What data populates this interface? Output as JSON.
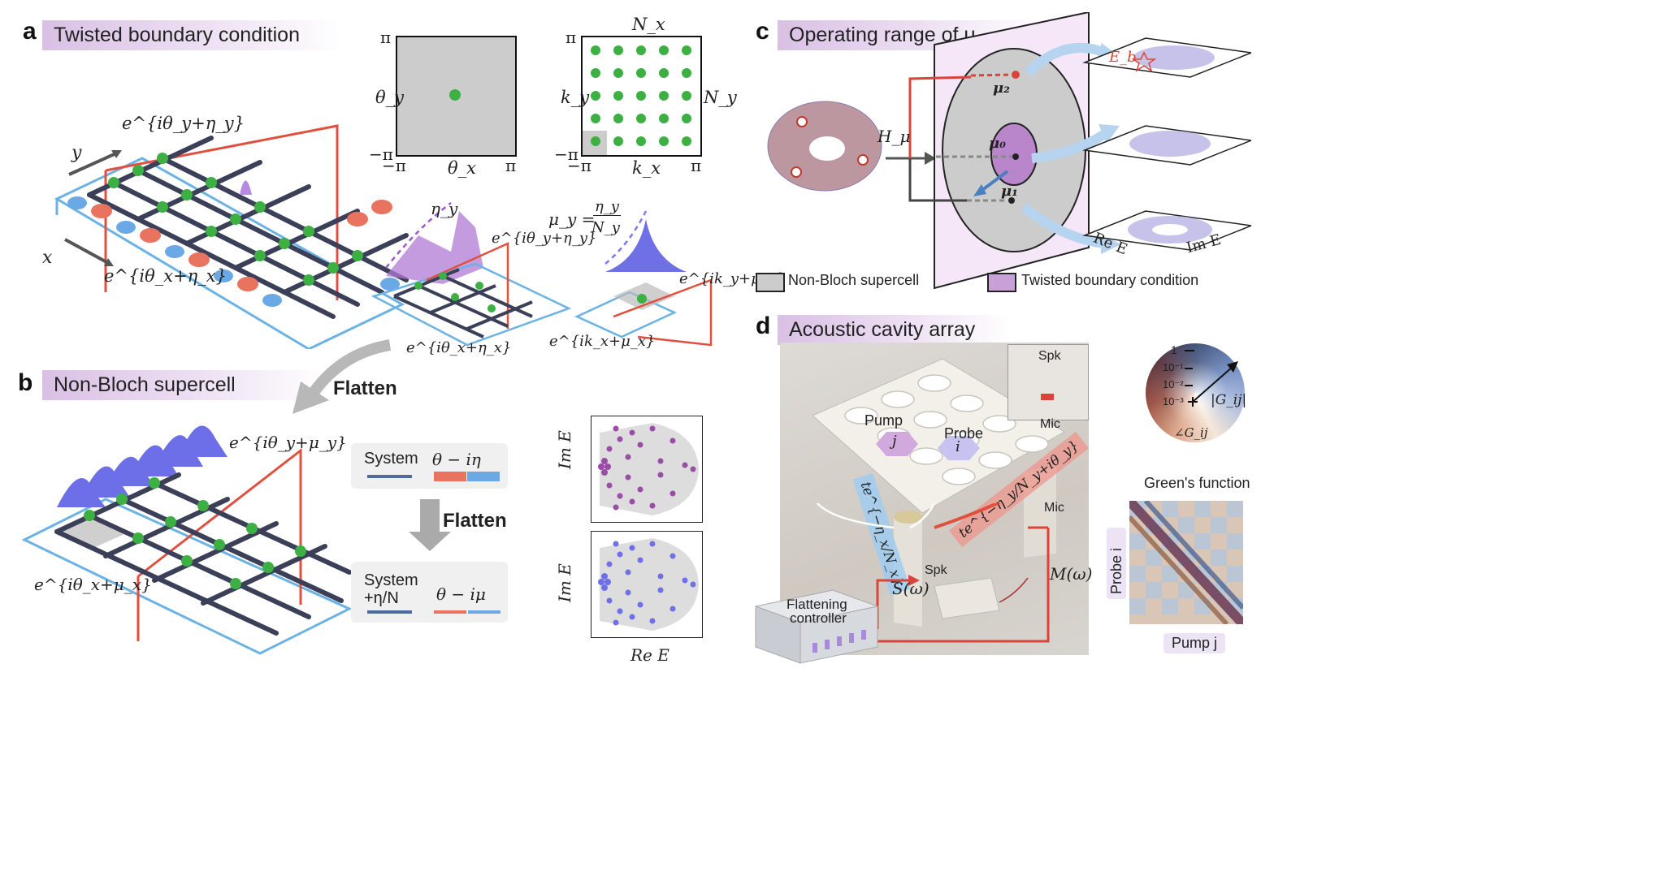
{
  "panel_a": {
    "letter": "a",
    "title": "Twisted boundary condition",
    "lattice_labels": {
      "y_axis": "y",
      "x_axis": "x",
      "bc_y": "e^{iθ_y+η_y}",
      "bc_x": "e^{iθ_x+η_x}"
    },
    "theta_plot": {
      "y_label": "θ_y",
      "x_label": "θ_x",
      "y_top": "π",
      "y_bottom": "−π",
      "x_left": "−π",
      "x_right": "π"
    },
    "k_plot": {
      "y_label": "k_y",
      "x_label": "k_x",
      "top_label": "N_x",
      "right_label": "N_y",
      "y_top": "π",
      "y_bottom": "−π",
      "x_left": "−π",
      "x_right": "π"
    },
    "middle": {
      "eta_label": "η_y",
      "bc_y": "e^{iθ_y+η_y}",
      "bc_x": "e^{iθ_x+η_x}",
      "mu_def_lhs": "μ_y =",
      "mu_def_num": "η_y",
      "mu_def_den": "N_y",
      "bc_ky": "e^{ik_y+μ_y}",
      "bc_kx": "e^{ik_x+μ_x}"
    }
  },
  "panel_b": {
    "letter": "b",
    "title": "Non-Bloch supercell",
    "bc_y": "e^{iθ_y+μ_y}",
    "bc_x": "e^{iθ_x+μ_x}",
    "flatten_top": "Flatten",
    "flatten_mid": "Flatten",
    "box1_system": "System",
    "box1_expr": "θ − iη",
    "box2_system_line1": "System",
    "box2_system_line2": "+η/N",
    "box2_expr": "θ − iμ",
    "spectrum_ylabel_top": "Im E",
    "spectrum_ylabel_bottom": "Im E",
    "spectrum_xlabel": "Re E"
  },
  "panel_c": {
    "letter": "c",
    "title": "Operating range of μ",
    "H_label": "H_μ",
    "mu2": "μ₂",
    "mu0": "μ₀",
    "mu1": "μ₁",
    "Eb": "E_b",
    "re_axis": "Re E",
    "im_axis": "Im E",
    "legend": [
      {
        "label": "Non-Bloch supercell",
        "color": "#cccccc"
      },
      {
        "label": "Twisted boundary condition",
        "color": "#c9a1d9"
      }
    ]
  },
  "panel_d": {
    "letter": "d",
    "title": "Acoustic cavity array",
    "labels": {
      "pump": "Pump",
      "probe": "Probe",
      "j": "j",
      "i": "i",
      "spk_inset": "Spk",
      "mic_inset": "Mic",
      "mic": "Mic",
      "spk": "Spk",
      "coupling_x": "te^{−η_x/N_x}",
      "coupling_y": "te^{−η_y/N_y+iθ_y}",
      "S": "S(ω)",
      "M": "M(ω)",
      "controller_line1": "Flattening",
      "controller_line2": "controller"
    },
    "colorwheel": {
      "ticks": [
        "1",
        "10⁻¹",
        "10⁻²",
        "10⁻³"
      ],
      "magnitude": "|G_ij|",
      "phase": "∠G_ij"
    },
    "green_title": "Green's function",
    "probe_axis": "Probe i",
    "pump_axis": "Pump j"
  },
  "colors": {
    "accent_purple": "#8e44ad",
    "red_line": "#d9453a",
    "blue_line": "#5aa8e0",
    "node_green": "#3cb043",
    "gray_region": "#cccccc"
  }
}
